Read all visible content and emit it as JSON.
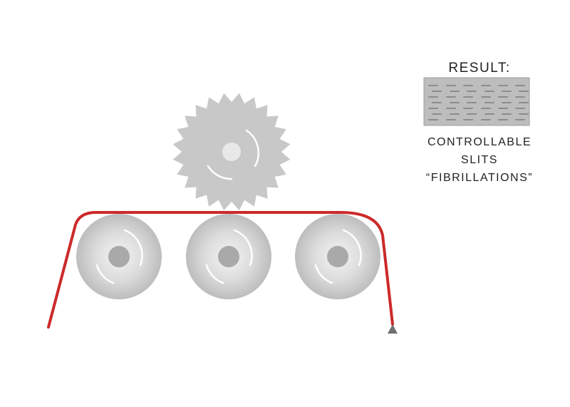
{
  "result": {
    "heading": "RESULT:",
    "caption_lines": [
      "CONTROLLABLE",
      "SLITS",
      "“FIBRILLATIONS”"
    ]
  },
  "components": {
    "saw_blade": {
      "tooth_count": 24,
      "icon": "circular-saw-blade-icon"
    },
    "rollers": {
      "count": 3,
      "icon": "roller-icon"
    },
    "film": {
      "icon": "film-strip"
    },
    "pointer": {
      "icon": "triangle-marker-icon"
    }
  },
  "colors": {
    "film": "#cc2a2a",
    "machine_grey": "#c8c8c8",
    "hub_grey": "#a9a9a9",
    "result_panel": "#bdbdbd",
    "result_slit": "#8c8c8c",
    "text": "#222222"
  }
}
